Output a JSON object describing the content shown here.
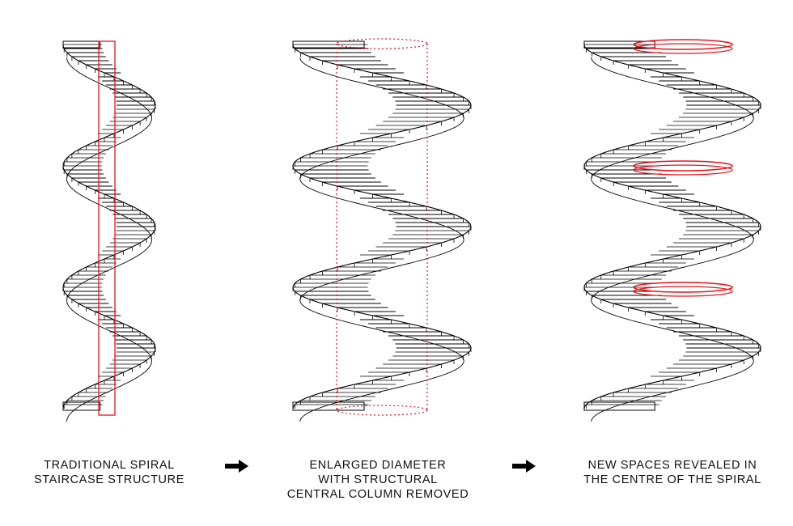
{
  "colors": {
    "line": "#000000",
    "accent": "#e8141c"
  },
  "panels": [
    {
      "caption": [
        "TRADITIONAL SPIRAL",
        "STAIRCASE STRUCTURE"
      ],
      "overlay": "central-column"
    },
    {
      "caption": [
        "ENLARGED DIAMETER",
        "WITH STRUCTURAL",
        "CENTRAL COLUMN REMOVED"
      ],
      "overlay": "removed-column-outline"
    },
    {
      "caption": [
        "NEW SPACES REVEALED IN",
        "THE CENTRE OF THE SPIRAL"
      ],
      "overlay": "revealed-spaces"
    }
  ],
  "arrows": [
    "right-arrow-icon",
    "right-arrow-icon"
  ]
}
